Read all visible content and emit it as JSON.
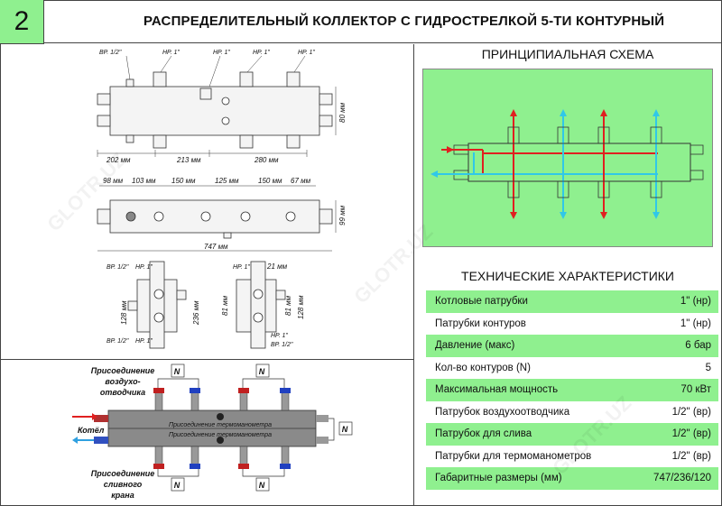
{
  "header": {
    "number": "2",
    "title": "РАСПРЕДЕЛИТЕЛЬНЫЙ КОЛЛЕКТОР С ГИДРОСТРЕЛКОЙ 5-ТИ КОНТУРНЫЙ"
  },
  "scheme_title": "ПРИНЦИПИАЛЬНАЯ СХЕМА",
  "tech_title": "ТЕХНИЧЕСКИЕ ХАРАКТЕРИСТИКИ",
  "specs": [
    {
      "label": "Котловые патрубки",
      "value": "1\" (нр)"
    },
    {
      "label": "Патрубки контуров",
      "value": "1\" (нр)"
    },
    {
      "label": "Давление (макс)",
      "value": "6 бар"
    },
    {
      "label": "Кол-во контуров (N)",
      "value": "5"
    },
    {
      "label": "Максимальная мощность",
      "value": "70 кВт"
    },
    {
      "label": "Патрубок воздухоотводчика",
      "value": "1/2\" (вр)"
    },
    {
      "label": "Патрубок для слива",
      "value": "1/2\" (вр)"
    },
    {
      "label": "Патрубки для термоманометров",
      "value": "1/2\" (вр)"
    },
    {
      "label": "Габаритные размеры (мм)",
      "value": "747/236/120"
    }
  ],
  "drawing": {
    "vr_half": "ВР. 1/2\"",
    "nr_1": "НР. 1\"",
    "dim_80": "80 мм",
    "dim_202": "202 мм",
    "dim_213": "213 мм",
    "dim_280": "280 мм",
    "dim_98": "98 мм",
    "dim_103": "103 мм",
    "dim_150a": "150 мм",
    "dim_125": "125 мм",
    "dim_150b": "150 мм",
    "dim_67": "67 мм",
    "dim_99": "99 мм",
    "dim_747": "747 мм",
    "dim_128": "128 мм",
    "dim_236": "236 мм",
    "dim_21": "21 мм",
    "dim_81": "81 мм",
    "dim_81b": "81 мм",
    "dim_128b": "128 мм"
  },
  "install": {
    "air_vent": [
      "Присоединение",
      "воздухо-",
      "отводчика"
    ],
    "drain": [
      "Присоединение",
      "сливного",
      "крана"
    ],
    "boiler": "Котёл",
    "thermo": "Присоединение термоманометра",
    "n": "N"
  },
  "watermark": "GLOTR.UZ",
  "colors": {
    "accent_green": "#8ff08f",
    "hot": "#e02020",
    "cold": "#30c8e8"
  }
}
